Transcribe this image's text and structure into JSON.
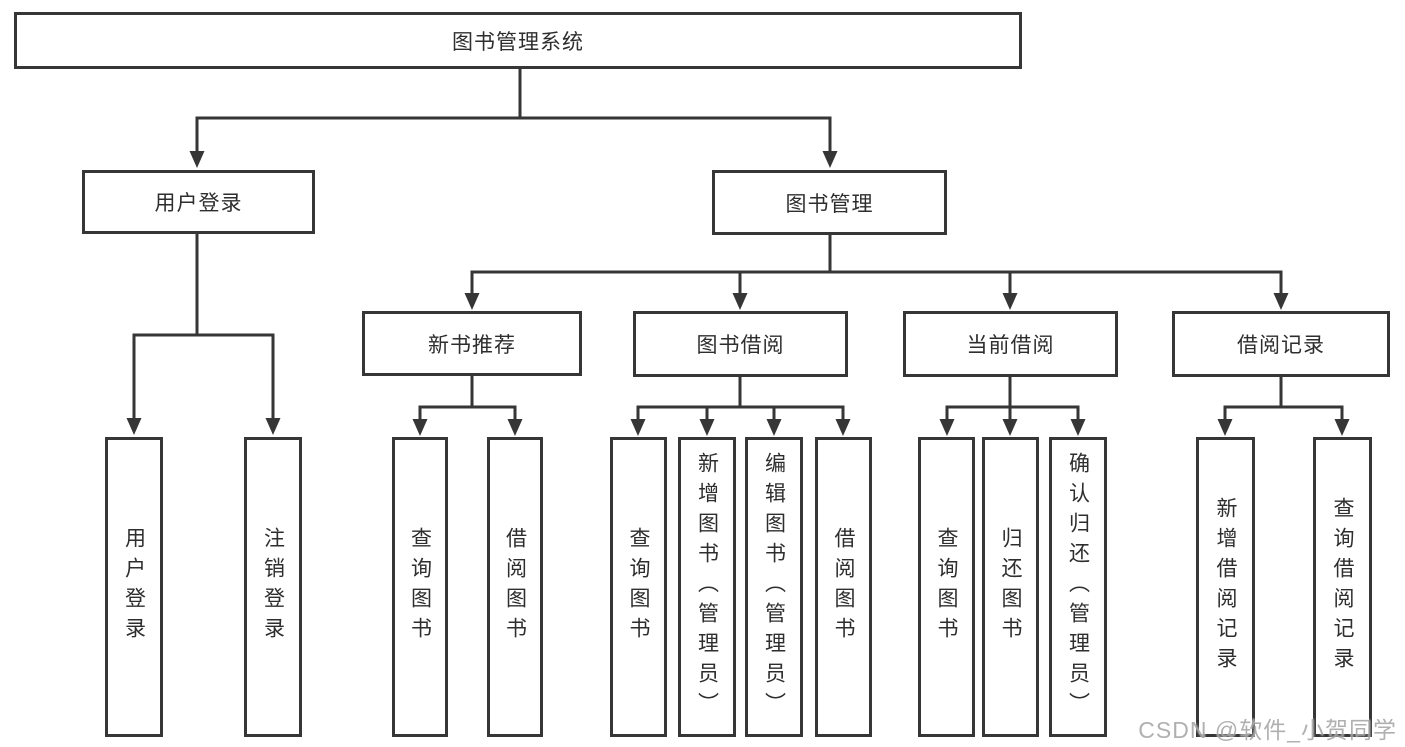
{
  "diagram_title": "图书管理系统",
  "colors": {
    "line": "#363636",
    "box_border": "#363636",
    "text": "#2e2e2e",
    "background": "#ffffff",
    "watermark": "#969696"
  },
  "tree": {
    "label": "图书管理系统",
    "children": [
      {
        "label": "用户登录",
        "children": [
          {
            "label": "用户登录"
          },
          {
            "label": "注销登录"
          }
        ]
      },
      {
        "label": "图书管理",
        "children": [
          {
            "label": "新书推荐",
            "children": [
              {
                "label": "查询图书"
              },
              {
                "label": "借阅图书"
              }
            ]
          },
          {
            "label": "图书借阅",
            "children": [
              {
                "label": "查询图书"
              },
              {
                "label": "新增图书（管理员）"
              },
              {
                "label": "编辑图书（管理员）"
              },
              {
                "label": "借阅图书"
              }
            ]
          },
          {
            "label": "当前借阅",
            "children": [
              {
                "label": "查询图书"
              },
              {
                "label": "归还图书"
              },
              {
                "label": "确认归还（管理员）"
              }
            ]
          },
          {
            "label": "借阅记录",
            "children": [
              {
                "label": "新增借阅记录"
              },
              {
                "label": "查询借阅记录"
              }
            ]
          }
        ]
      }
    ]
  },
  "watermark": "CSDN @软件_小贺同学"
}
